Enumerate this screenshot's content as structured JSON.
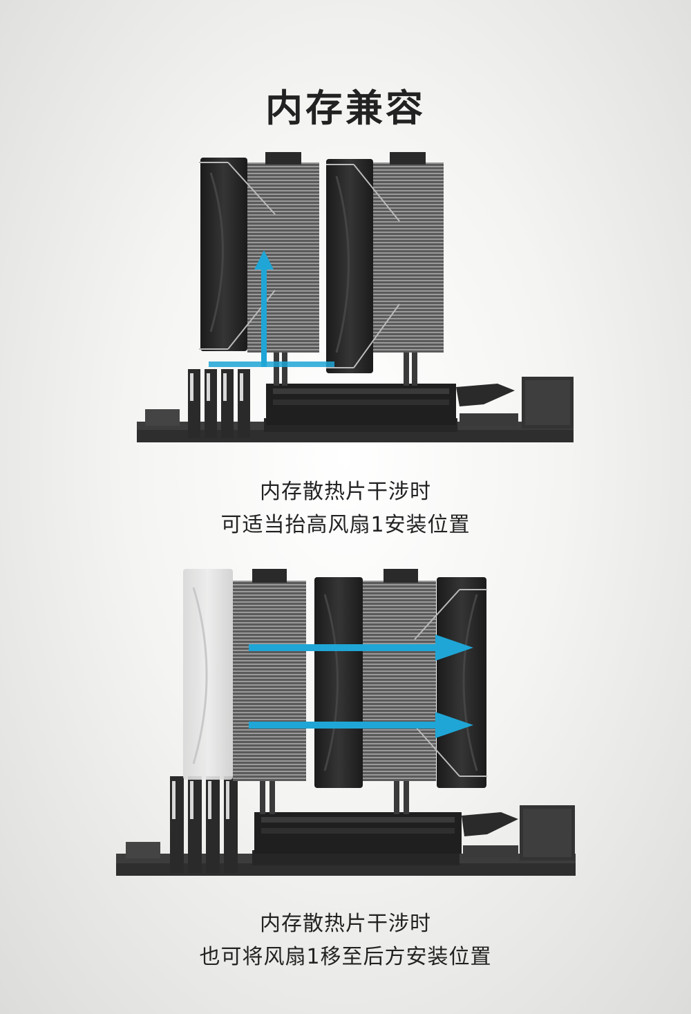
{
  "page": {
    "title": "内存兼容"
  },
  "section1": {
    "caption_line1": "内存散热片干涉时",
    "caption_line2": "可适当抬高风扇1安装位置",
    "arrow_color": "#1fa6d6"
  },
  "section2": {
    "caption_line1": "内存散热片干涉时",
    "caption_line2": "也可将风扇1移至后方安装位置",
    "arrow_color": "#1fa6d6"
  },
  "icons": [
    "fan-icon",
    "heatsink-icon",
    "ram-module-icon",
    "motherboard-icon",
    "airflow-arrow-icon"
  ]
}
